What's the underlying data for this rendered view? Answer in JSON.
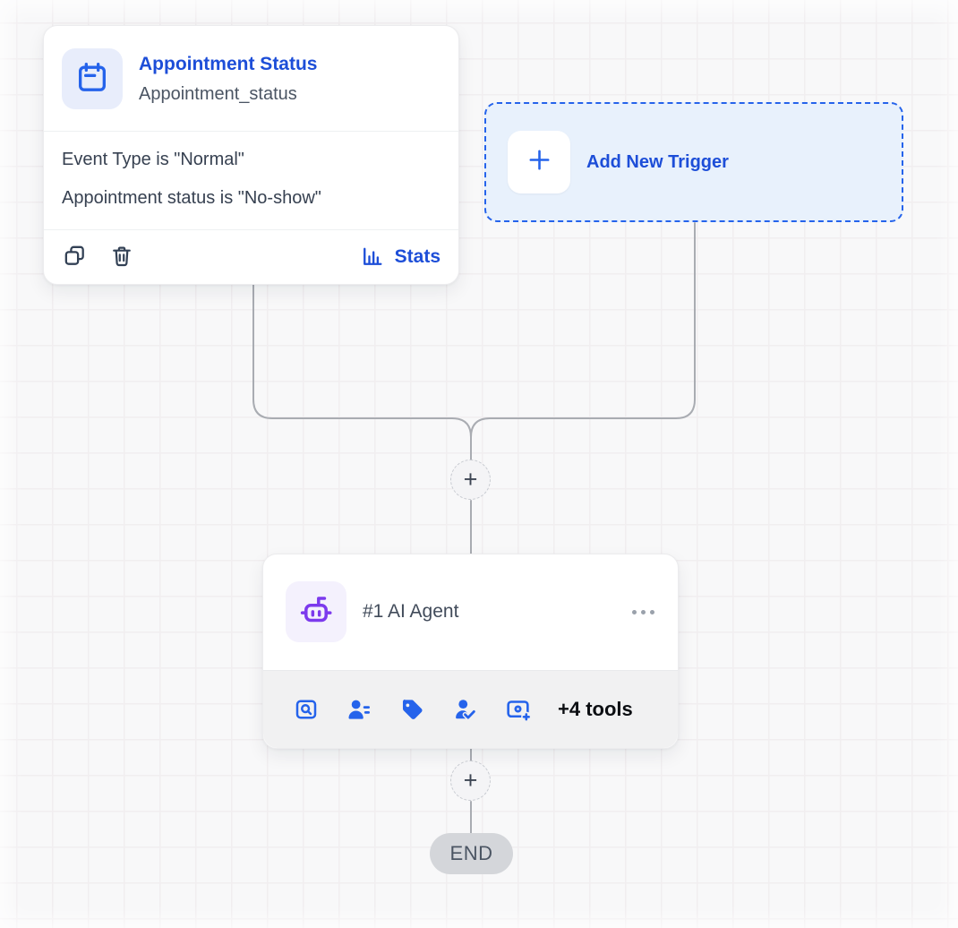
{
  "trigger_card": {
    "title": "Appointment Status",
    "subtitle": "Appointment_status",
    "filters": [
      "Event Type is \"Normal\"",
      "Appointment status is \"No-show\""
    ],
    "stats_label": "Stats",
    "icon": "calendar-icon",
    "footer_icons": [
      "copy-icon",
      "trash-icon",
      "bar-chart-icon"
    ]
  },
  "add_trigger": {
    "label": "Add New Trigger",
    "icon": "plus-icon"
  },
  "agent_card": {
    "title": "#1 AI Agent",
    "icon": "robot-icon",
    "menu_icon": "ellipsis-icon",
    "tools_more_label": "+4 tools",
    "tool_icons": [
      "preview-search-icon",
      "contact-details-icon",
      "tag-icon",
      "user-check-icon",
      "capture-add-icon"
    ]
  },
  "nodes": {
    "plus_symbol": "+",
    "end_label": "END"
  },
  "colors": {
    "accent_blue": "#1d4ed8",
    "icon_blue": "#2563eb",
    "agent_purple": "#7c3aed",
    "connector_gray": "#a9acb2",
    "canvas_bg": "#f8f8f9"
  }
}
